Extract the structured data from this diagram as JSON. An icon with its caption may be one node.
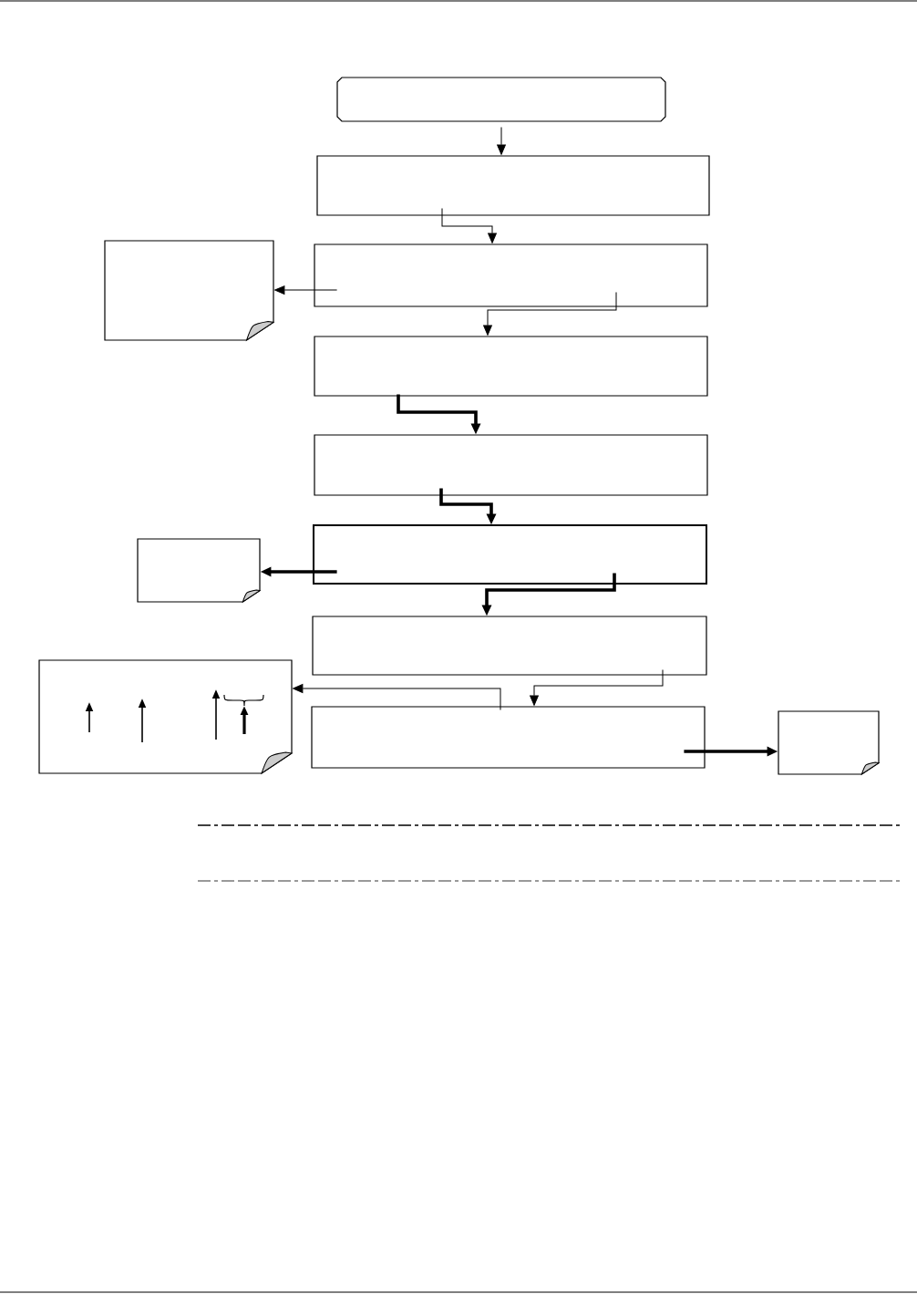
{
  "diagram": {
    "nodes": [
      {
        "text": [],
        "shape": "box"
      },
      {
        "text": [],
        "shape": "box"
      },
      {
        "text": [],
        "shape": "box"
      },
      {
        "text": [],
        "shape": "note"
      },
      {
        "text": [],
        "shape": "box"
      },
      {
        "text": [],
        "shape": "box"
      },
      {
        "text": [],
        "shape": "box"
      },
      {
        "text": [],
        "shape": "note"
      },
      {
        "text": [],
        "shape": "box"
      },
      {
        "text": [],
        "shape": "box"
      },
      {
        "text": [],
        "shape": "note"
      },
      {
        "text": [],
        "shape": "note"
      }
    ],
    "edges": [
      {
        "from": 0,
        "to": 1,
        "arrow": "to"
      },
      {
        "from": 1,
        "to": 2,
        "arrow": "to"
      },
      {
        "from": 2,
        "to": 3,
        "arrow": "to"
      },
      {
        "from": 2,
        "to": 4,
        "arrow": "to"
      },
      {
        "from": 4,
        "to": 5,
        "arrow": "to",
        "style": "thick"
      },
      {
        "from": 5,
        "to": 6,
        "arrow": "to",
        "style": "thick"
      },
      {
        "from": 6,
        "to": 7,
        "arrow": "to",
        "style": "thick"
      },
      {
        "from": 6,
        "to": 8,
        "arrow": "to",
        "style": "thick"
      },
      {
        "from": 8,
        "to": 9,
        "arrow": "to"
      },
      {
        "from": 9,
        "to": 10,
        "arrow": "to"
      },
      {
        "from": 9,
        "to": 11,
        "arrow": "to",
        "style": "thick"
      }
    ]
  }
}
